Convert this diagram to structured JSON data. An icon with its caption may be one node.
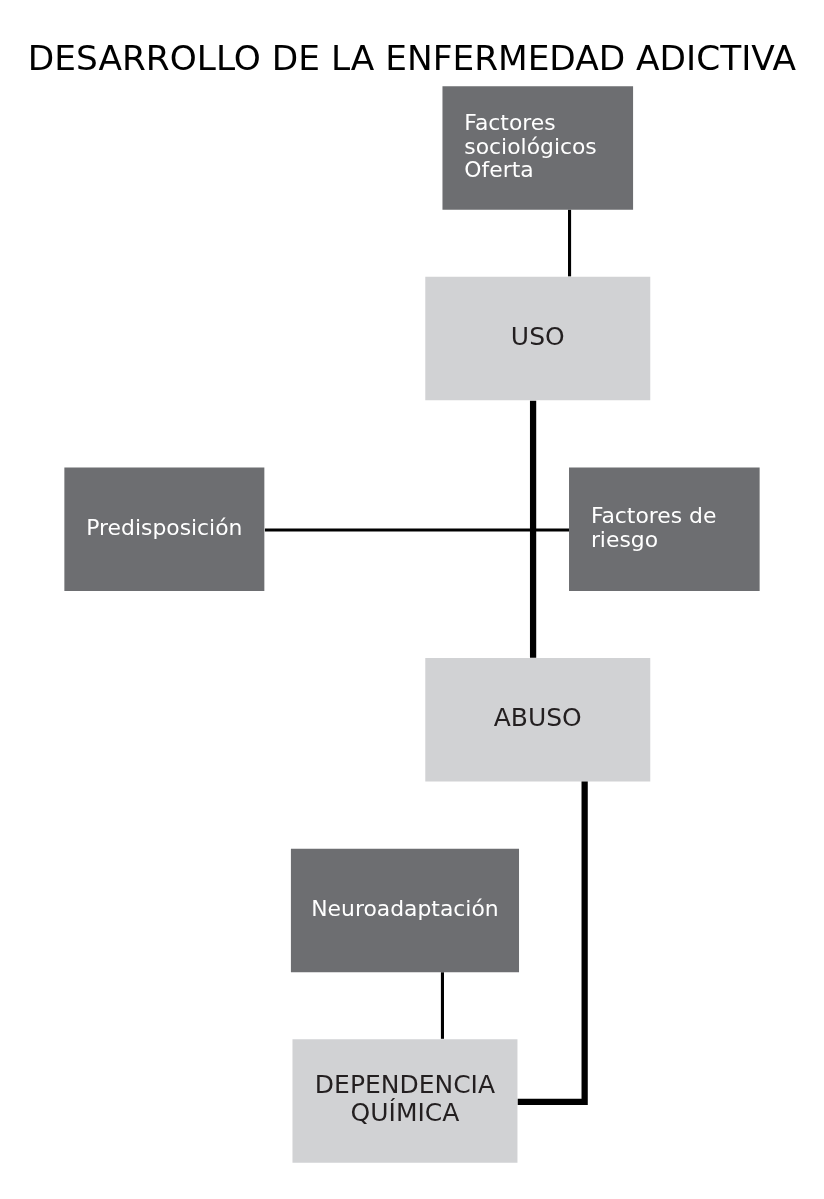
{
  "diagram": {
    "title": "DESARROLLO DE LA ENFERMEDAD ADICTIVA",
    "nodes": [
      {
        "text": [
          "Factores sociológicos Oferta"
        ]
      },
      {
        "text": [
          "USO"
        ]
      },
      {
        "text": [
          "Predisposición"
        ]
      },
      {
        "text": [
          "Factores de riesgo"
        ]
      },
      {
        "text": [
          "ABUSO"
        ]
      },
      {
        "text": [
          "Neuroadaptación"
        ]
      },
      {
        "text": [
          "DEPENDENCIA QUÍMICA"
        ]
      }
    ],
    "edges": [
      {
        "from": 0,
        "to": 1,
        "arrow": "none"
      },
      {
        "from": 1,
        "to": 4,
        "arrow": "none",
        "style": "thick"
      },
      {
        "from": 2,
        "to": 3,
        "arrow": "none"
      },
      {
        "from": 4,
        "to": 6,
        "arrow": "none",
        "style": "thick"
      },
      {
        "from": 5,
        "to": 6,
        "arrow": "none"
      }
    ]
  }
}
